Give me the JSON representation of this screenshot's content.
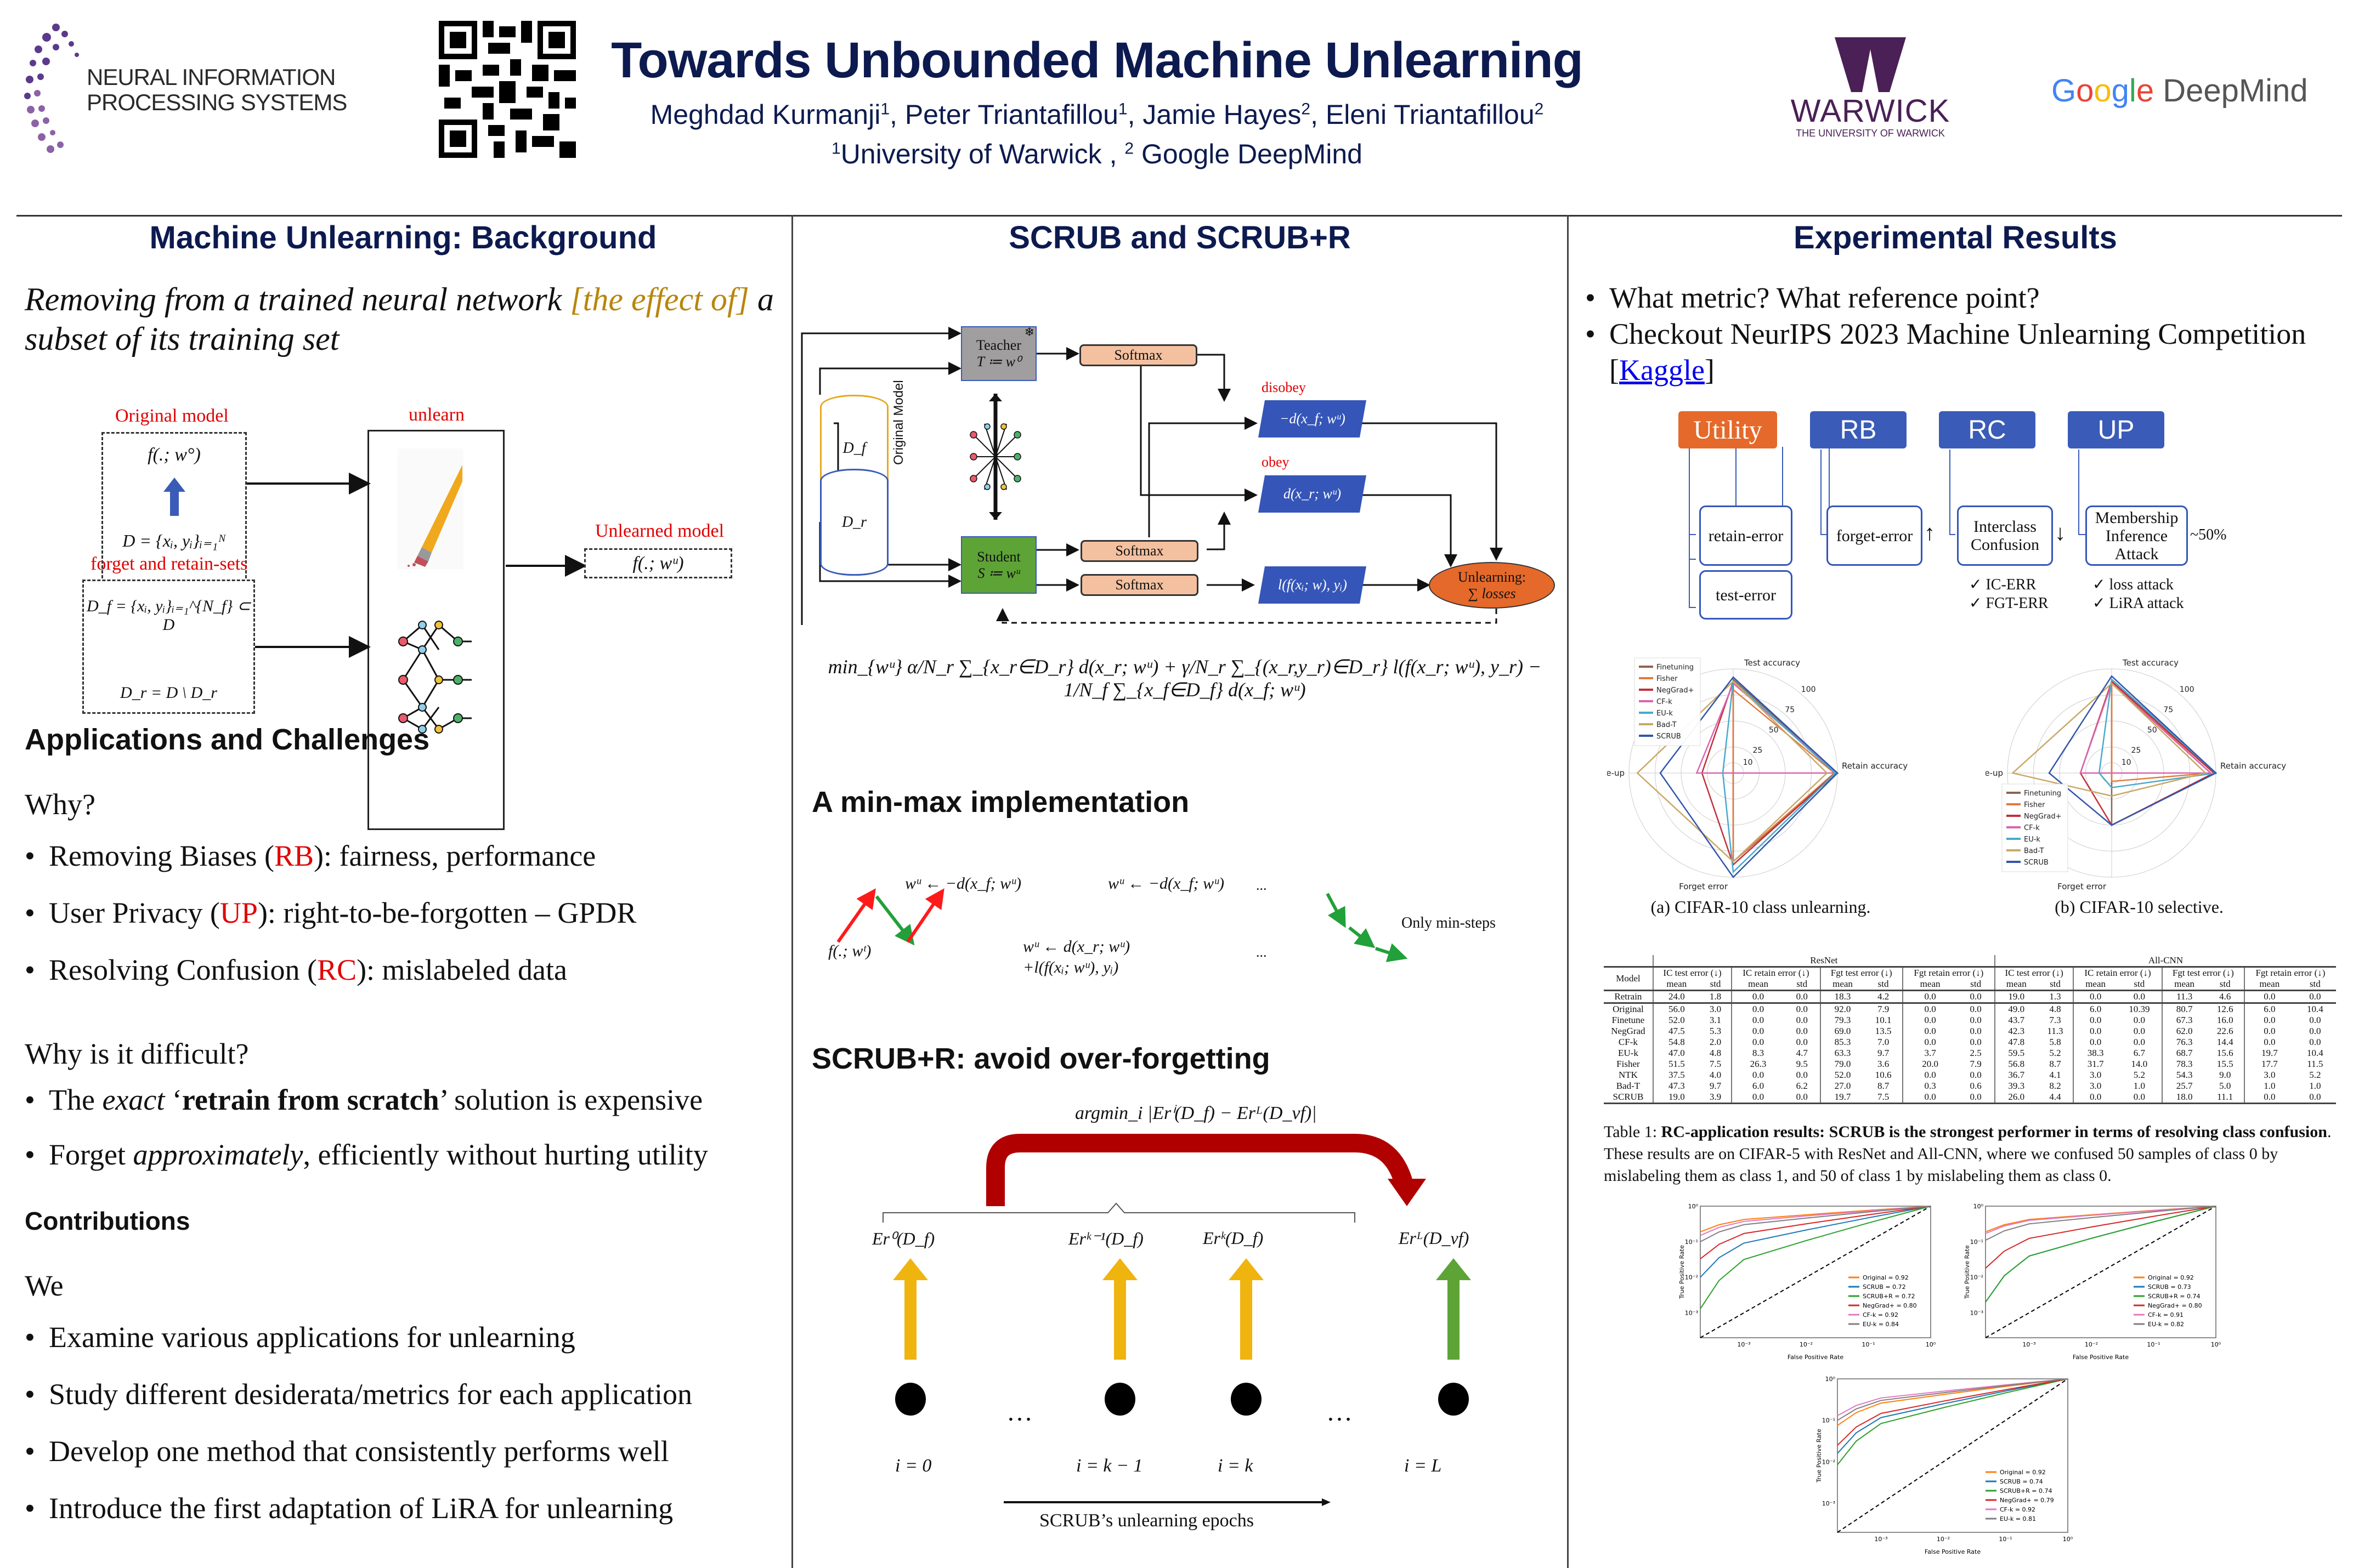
{
  "header": {
    "conference_logo_line1": "NEURAL INFORMATION",
    "conference_logo_line2": "PROCESSING SYSTEMS",
    "title": "Towards Unbounded Machine Unlearning",
    "authors": [
      {
        "name": "Meghdad Kurmanji",
        "aff": "1"
      },
      {
        "name": "Peter Triantafillou",
        "aff": "1"
      },
      {
        "name": "Jamie Hayes",
        "aff": "2"
      },
      {
        "name": "Eleni Triantafillou",
        "aff": "2"
      }
    ],
    "affiliations": [
      {
        "num": "1",
        "name": "University of Warwick"
      },
      {
        "num": "2",
        "name": "Google DeepMind"
      }
    ],
    "warwick_logo": "WARWICK",
    "warwick_sub": "THE UNIVERSITY OF WARWICK",
    "google": "Google",
    "deepmind": "DeepMind"
  },
  "col1": {
    "title": "Machine Unlearning: Background",
    "definition_pre": "Removing from a trained neural network ",
    "definition_highlight": "[the effect of]",
    "definition_post": " a subset of its training set",
    "diagram": {
      "original_label": "Original model",
      "original_formula": "f(.; w°)",
      "dataset_formula": "D = {xᵢ, yᵢ}ᵢ₌₁ᴺ",
      "sets_label": "forget and retain-sets",
      "forget_formula": "D_f = {xᵢ, yᵢ}ᵢ₌₁^{N_f} ⊂ D",
      "retain_formula": "D_r = D \\ D_r",
      "unlearn_label": "unlearn",
      "unlearned_label": "Unlearned model",
      "unlearned_formula": "f(.; wᵘ)"
    },
    "apps_title": "Applications and Challenges",
    "why": "Why?",
    "why_items": [
      {
        "pre": "Removing Biases (",
        "tag": "RB",
        "post": "): fairness, performance"
      },
      {
        "pre": "User Privacy (",
        "tag": "UP",
        "post": "): right-to-be-forgotten – GPDR"
      },
      {
        "pre": "Resolving Confusion (",
        "tag": "RC",
        "post": "): mislabeled data"
      }
    ],
    "difficult": "Why is it difficult?",
    "difficult_items": [
      {
        "a": "The ",
        "b_italic": "exact",
        "c": " ‘",
        "d_bold": "retrain from scratch",
        "e": "’ solution is expensive"
      },
      {
        "a": "Forget ",
        "b_italic": "approximately",
        "c": ", efficiently without hurting utility"
      }
    ],
    "contrib_title": "Contributions",
    "we": "We",
    "contrib_items": [
      "Examine various applications for unlearning",
      "Study different desiderata/metrics for each application",
      "Develop one method that consistently performs well",
      "Introduce the first adaptation of LiRA for unlearning"
    ]
  },
  "col2": {
    "title": "SCRUB and SCRUB+R",
    "flow": {
      "teacher": "Teacher",
      "teacher_formula": "T ≔ w⁰",
      "student": "Student",
      "student_formula": "S ≔ wᵘ",
      "softmax": "Softmax",
      "df": "D_f",
      "dr": "D_r",
      "original_model": "Original Model",
      "disobey": "disobey",
      "obey": "obey",
      "neg_d": "−d(x_f; wᵘ)",
      "d_r": "d(x_r; wᵘ)",
      "loss": "l(f(xᵢ; w), yᵢ)",
      "unlearning": "Unlearning:",
      "sum_losses": "∑ losses"
    },
    "objective": "min_{wᵘ}  α/N_r ∑_{x_r∈D_r} d(x_r; wᵘ) + γ/N_r ∑_{(x_r,y_r)∈D_r} l(f(x_r; wᵘ), y_r) − 1/N_f ∑_{x_f∈D_f} d(x_f; wᵘ)",
    "minmax_title": "A min-max implementation",
    "minmax": {
      "max_step_1": "wᵘ ← −d(x_f; wᵘ)",
      "max_step_2": "wᵘ ← −d(x_f; wᵘ)",
      "start": "f(.; wᵗ)",
      "min_step_line1": "wᵘ ← d(x_r; wᵘ)",
      "min_step_line2": "+l(f(xᵢ; wᵘ), yᵢ)",
      "ellipsis": "...",
      "only_min": "Only min-steps"
    },
    "scrubr_title": "SCRUB+R: avoid over-forgetting",
    "argmin": "argmin_i |Erⁱ(D_f) − Erᴸ(D_vf)|",
    "epochs": [
      {
        "er": "Er⁰(D_f)",
        "i": "i = 0",
        "color": "#f0b40e"
      },
      {
        "er": "Erᵏ⁻¹(D_f)",
        "i": "i = k − 1",
        "color": "#f0b40e"
      },
      {
        "er": "Erᵏ(D_f)",
        "i": "i = k",
        "color": "#f0b40e"
      },
      {
        "er": "Erᴸ(D_vf)",
        "i": "i = L",
        "color": "#5ea336"
      }
    ],
    "dots": "…",
    "epochs_label": "SCRUB’s unlearning epochs"
  },
  "col3": {
    "title": "Experimental Results",
    "bullets": [
      {
        "text": "What metric? What reference point?"
      },
      {
        "text": "Checkout NeurIPS 2023 Machine Unlearning Competition [",
        "link": "Kaggle",
        "post": "]"
      }
    ],
    "metrics": {
      "utility": "Utility",
      "rb": "RB",
      "rc": "RC",
      "up": "UP",
      "retain_error": "retain-error",
      "test_error": "test-error",
      "forget_error": "forget-error",
      "interclass": "Interclass Confusion",
      "mia": "Membership Inference Attack",
      "fifty": "~50%",
      "rc_checks": [
        "IC-ERR",
        "FGT-ERR"
      ],
      "up_checks": [
        "loss attack",
        "LiRA attack"
      ],
      "check": "✓",
      "up_arrow": "↑",
      "down_arrow": "↓",
      "utility_color": "#e5692a",
      "task_color": "#3a5cb8"
    },
    "radar_captions": [
      "(a) CIFAR-10 class unlearning.",
      "(b) CIFAR-10 selective."
    ],
    "table": {
      "groups": [
        "ResNet",
        "All-CNN"
      ],
      "metric_headers": [
        "IC test error (↓)",
        "IC retain error (↓)",
        "Fgt test error (↓)",
        "Fgt retain error (↓)"
      ],
      "model_header": "Model",
      "mean": "mean",
      "std": "std",
      "retrain": [
        "Retrain",
        "24.0",
        "1.8",
        "0.0",
        "0.0",
        "18.3",
        "4.2",
        "0.0",
        "0.0",
        "19.0",
        "1.3",
        "0.0",
        "0.0",
        "11.3",
        "4.6",
        "0.0",
        "0.0"
      ],
      "rows": [
        [
          "Original",
          "56.0",
          "3.0",
          "0.0",
          "0.0",
          "92.0",
          "7.9",
          "0.0",
          "0.0",
          "49.0",
          "4.8",
          "6.0",
          "10.39",
          "80.7",
          "12.6",
          "6.0",
          "10.4"
        ],
        [
          "Finetune",
          "52.0",
          "3.1",
          "0.0",
          "0.0",
          "79.3",
          "10.1",
          "0.0",
          "0.0",
          "43.7",
          "7.3",
          "0.0",
          "0.0",
          "67.3",
          "16.0",
          "0.0",
          "0.0"
        ],
        [
          "NegGrad",
          "47.5",
          "5.3",
          "0.0",
          "0.0",
          "69.0",
          "13.5",
          "0.0",
          "0.0",
          "42.3",
          "11.3",
          "0.0",
          "0.0",
          "62.0",
          "22.6",
          "0.0",
          "0.0"
        ],
        [
          "CF-k",
          "54.8",
          "2.0",
          "0.0",
          "0.0",
          "85.3",
          "7.0",
          "0.0",
          "0.0",
          "47.8",
          "5.8",
          "0.0",
          "0.0",
          "76.3",
          "14.4",
          "0.0",
          "0.0"
        ],
        [
          "EU-k",
          "47.0",
          "4.8",
          "8.3",
          "4.7",
          "63.3",
          "9.7",
          "3.7",
          "2.5",
          "59.5",
          "5.2",
          "38.3",
          "6.7",
          "68.7",
          "15.6",
          "19.7",
          "10.4"
        ],
        [
          "Fisher",
          "51.5",
          "7.5",
          "26.3",
          "9.5",
          "79.0",
          "3.6",
          "20.0",
          "7.9",
          "56.8",
          "8.7",
          "31.7",
          "14.0",
          "78.3",
          "15.5",
          "17.7",
          "11.5"
        ],
        [
          "NTK",
          "37.5",
          "4.0",
          "0.0",
          "0.0",
          "52.0",
          "10.6",
          "0.0",
          "0.0",
          "36.7",
          "4.1",
          "3.0",
          "5.2",
          "54.3",
          "9.0",
          "3.0",
          "5.2"
        ],
        [
          "Bad-T",
          "47.3",
          "9.7",
          "6.0",
          "6.2",
          "27.0",
          "8.7",
          "0.3",
          "0.6",
          "39.3",
          "8.2",
          "3.0",
          "1.0",
          "25.7",
          "5.0",
          "1.0",
          "1.0"
        ],
        [
          "SCRUB",
          "19.0",
          "3.9",
          "0.0",
          "0.0",
          "19.7",
          "7.5",
          "0.0",
          "0.0",
          "26.0",
          "4.4",
          "0.0",
          "0.0",
          "18.0",
          "11.1",
          "0.0",
          "0.0"
        ]
      ],
      "bold_cells": {
        "Bad-T": [
          5,
          9,
          13
        ],
        "SCRUB": [
          1,
          5,
          9,
          13
        ]
      },
      "caption_lead": "Table 1: ",
      "caption_bold": "RC-application results: SCRUB is the strongest performer in terms of resolving class confusion",
      "caption_rest": ". These results are on CIFAR-5 with ResNet and All-CNN, where we confused 50 samples of class 0 by mislabeling them as class 1, and 50 of class 1 by mislabeling them as class 0."
    }
  },
  "chart_data": [
    {
      "type": "radar",
      "title": "(a) CIFAR-10 class unlearning.",
      "axes": [
        "Test accuracy",
        "Retain accuracy",
        "Forget error",
        "Scale-up"
      ],
      "rings": [
        10,
        25,
        50,
        75,
        100
      ],
      "range": [
        0,
        100
      ],
      "legend_position": "top-left",
      "series": [
        {
          "name": "Finetuning",
          "color": "#8c6450",
          "values": [
            90,
            100,
            85,
            0
          ]
        },
        {
          "name": "Fisher",
          "color": "#e27a3f",
          "values": [
            80,
            97,
            85,
            0
          ]
        },
        {
          "name": "NegGrad+",
          "color": "#c0303a",
          "values": [
            88,
            98,
            88,
            30
          ]
        },
        {
          "name": "CF-k",
          "color": "#d964b0",
          "values": [
            86,
            100,
            0,
            35
          ]
        },
        {
          "name": "EU-k",
          "color": "#4aa9cc",
          "values": [
            88,
            98,
            95,
            10
          ]
        },
        {
          "name": "Bad-T",
          "color": "#c9a866",
          "values": [
            88,
            90,
            85,
            92
          ]
        },
        {
          "name": "SCRUB",
          "color": "#3355aa",
          "values": [
            92,
            100,
            100,
            70
          ]
        }
      ]
    },
    {
      "type": "radar",
      "title": "(b) CIFAR-10 selective.",
      "axes": [
        "Test accuracy",
        "Retain accuracy",
        "Forget error",
        "Scale-up"
      ],
      "rings": [
        10,
        25,
        50,
        75,
        100
      ],
      "range": [
        0,
        100
      ],
      "legend_position": "bottom-left",
      "series": [
        {
          "name": "Finetuning",
          "color": "#8c6450",
          "values": [
            88,
            100,
            50,
            0
          ]
        },
        {
          "name": "Fisher",
          "color": "#e27a3f",
          "values": [
            88,
            95,
            8,
            0
          ]
        },
        {
          "name": "NegGrad+",
          "color": "#c0303a",
          "values": [
            88,
            98,
            50,
            30
          ]
        },
        {
          "name": "CF-k",
          "color": "#d964b0",
          "values": [
            86,
            95,
            0,
            30
          ]
        },
        {
          "name": "EU-k",
          "color": "#4aa9cc",
          "values": [
            90,
            100,
            14,
            12
          ]
        },
        {
          "name": "Bad-T",
          "color": "#c9a866",
          "values": [
            86,
            90,
            22,
            95
          ]
        },
        {
          "name": "SCRUB",
          "color": "#3355aa",
          "values": [
            93,
            100,
            50,
            60
          ]
        }
      ]
    },
    {
      "type": "line",
      "title": "ROC (log-log) 1",
      "xlabel": "False Positive Rate",
      "ylabel": "True Positive Rate",
      "x_ticks": [
        "10⁻³",
        "10⁻²",
        "10⁻¹",
        "10⁰"
      ],
      "y_ticks": [
        "10⁻³",
        "10⁻²",
        "10⁻¹",
        "10⁰"
      ],
      "legend_position": "bottom-right",
      "series": [
        {
          "name": "Original = 0.92",
          "color": "#ff7f0e",
          "start": 0.19
        },
        {
          "name": "SCRUB = 0.72",
          "color": "#1f77b4",
          "start": 0.01
        },
        {
          "name": "SCRUB+R = 0.72",
          "color": "#2ca02c",
          "start": 0.0013
        },
        {
          "name": "NegGrad+ = 0.80",
          "color": "#d62728",
          "start": 0.033
        },
        {
          "name": "CF-k = 0.92",
          "color": "#e377c2",
          "start": 0.15
        },
        {
          "name": "EU-k = 0.84",
          "color": "#7f7f7f",
          "start": 0.1
        }
      ]
    },
    {
      "type": "line",
      "title": "ROC (log-log) 2",
      "xlabel": "False Positive Rate",
      "ylabel": "True Positive Rate",
      "x_ticks": [
        "10⁻³",
        "10⁻²",
        "10⁻¹",
        "10⁰"
      ],
      "y_ticks": [
        "10⁻³",
        "10⁻²",
        "10⁻¹",
        "10⁰"
      ],
      "legend_position": "bottom-right",
      "series": [
        {
          "name": "Original = 0.92",
          "color": "#ff7f0e",
          "start": 0.19
        },
        {
          "name": "SCRUB = 0.73",
          "color": "#1f77b4",
          "start": 0.002
        },
        {
          "name": "SCRUB+R = 0.74",
          "color": "#2ca02c",
          "start": 0.002
        },
        {
          "name": "NegGrad+ = 0.80",
          "color": "#d62728",
          "start": 0.018
        },
        {
          "name": "CF-k = 0.91",
          "color": "#e377c2",
          "start": 0.17
        },
        {
          "name": "EU-k = 0.82",
          "color": "#7f7f7f",
          "start": 0.11
        }
      ]
    },
    {
      "type": "line",
      "title": "ROC (log-log) 3",
      "xlabel": "False Positive Rate",
      "ylabel": "True Positive Rate",
      "x_ticks": [
        "10⁻³",
        "10⁻²",
        "10⁻¹",
        "10⁰"
      ],
      "y_ticks": [
        "10⁻³",
        "10⁻²",
        "10⁻¹",
        "10⁰"
      ],
      "legend_position": "bottom-right",
      "series": [
        {
          "name": "Original = 0.92",
          "color": "#ff7f0e",
          "start": 0.075
        },
        {
          "name": "SCRUB = 0.74",
          "color": "#1f77b4",
          "start": 0.016
        },
        {
          "name": "SCRUB+R = 0.74",
          "color": "#2ca02c",
          "start": 0.0085
        },
        {
          "name": "NegGrad+ = 0.79",
          "color": "#d62728",
          "start": 0.025
        },
        {
          "name": "CF-k = 0.92",
          "color": "#e377c2",
          "start": 0.13
        },
        {
          "name": "EU-k = 0.81",
          "color": "#7f7f7f",
          "start": 0.1
        }
      ]
    }
  ]
}
